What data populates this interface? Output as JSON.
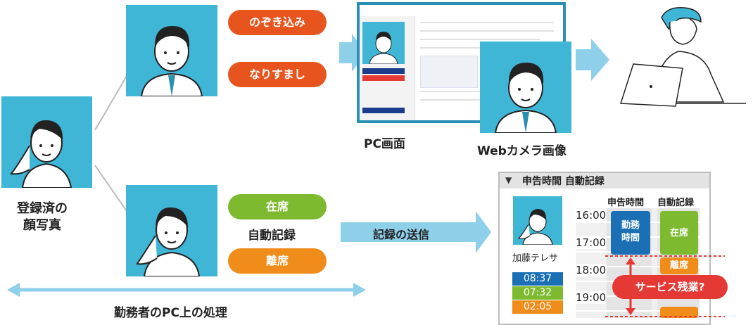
{
  "registered": {
    "label_line1": "登録済の",
    "label_line2": "顔写真"
  },
  "threats": {
    "peek": "のぞき込み",
    "spoof": "なりすまし"
  },
  "presence": {
    "present": "在席",
    "auto_record": "自動記録",
    "away": "離席"
  },
  "labels": {
    "pc_screen": "PC画面",
    "webcam_image": "Webカメラ画像",
    "send_record": "記録の送信",
    "worker_pc": "勤務者のPC上の処理"
  },
  "report_panel": {
    "title": "申告時間 自動記録",
    "col_declared": "申告時間",
    "col_auto": "自動記録",
    "name": "加藤テレサ",
    "hours": [
      "16:00",
      "17:00",
      "18:00",
      "19:00"
    ],
    "declared_block": "勤務時間",
    "auto_present": "在席",
    "auto_away": "離席",
    "times": [
      {
        "value": "08:37",
        "color": "#1a6fb5"
      },
      {
        "value": "07:32",
        "color": "#7dba2f"
      },
      {
        "value": "02:05",
        "color": "#f08c1a"
      }
    ],
    "callout": "サービス残業?"
  },
  "colors": {
    "photo_bg": "#3fb6d6",
    "threat": "#e8541e",
    "present": "#7dba2f",
    "away": "#f08c1a",
    "declared": "#1a6fb5",
    "callout": "#e53935",
    "arrow": "#8ecfea"
  },
  "icons": [
    "person-icon",
    "laptop-user-icon",
    "arrow-icon"
  ]
}
